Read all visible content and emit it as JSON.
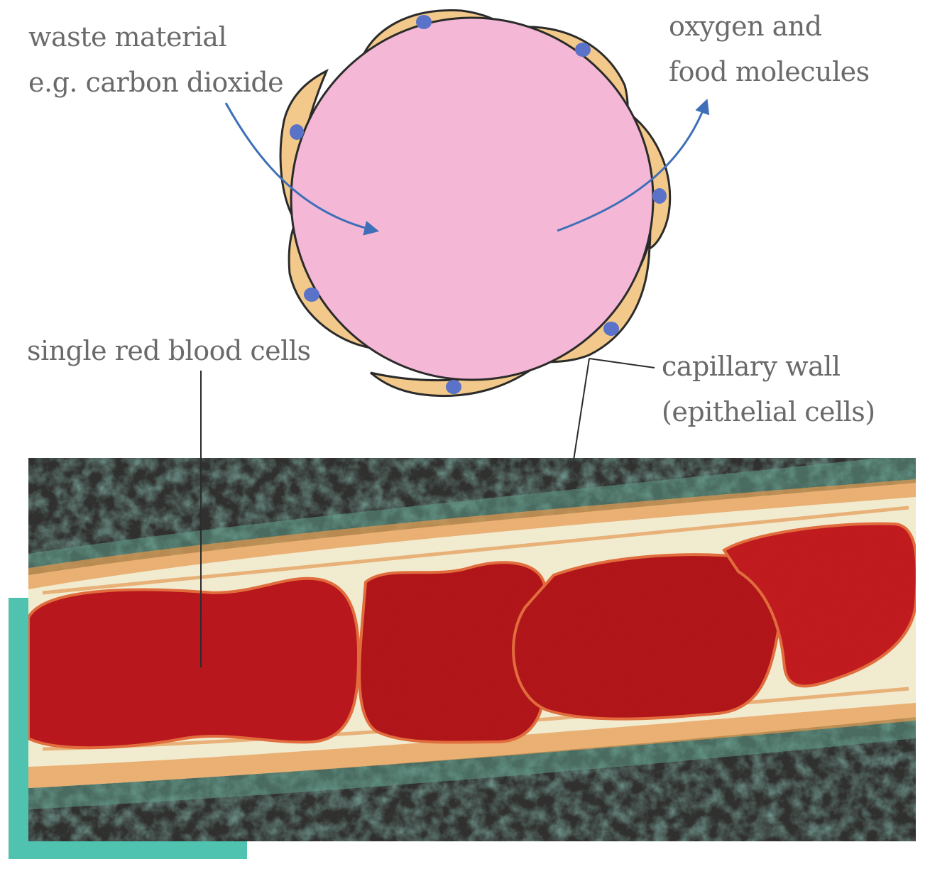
{
  "labels": {
    "waste": [
      "waste material",
      "e.g. carbon dioxide"
    ],
    "oxygen": [
      "oxygen and",
      "food molecules"
    ],
    "red_cells": "single red blood cells",
    "capillary_wall": [
      "capillary wall",
      "(epithelial cells)"
    ]
  },
  "colors": {
    "lumen": "#f4b8d6",
    "wall_cell": "#f2c98a",
    "nucleus": "#5a72c8",
    "arrow": "#3e6fb8",
    "outline": "#2b2b2b",
    "text": "#6a6a6a",
    "teal_accent": "#4fc2b0",
    "red_blood_cell": "#b8141a"
  }
}
